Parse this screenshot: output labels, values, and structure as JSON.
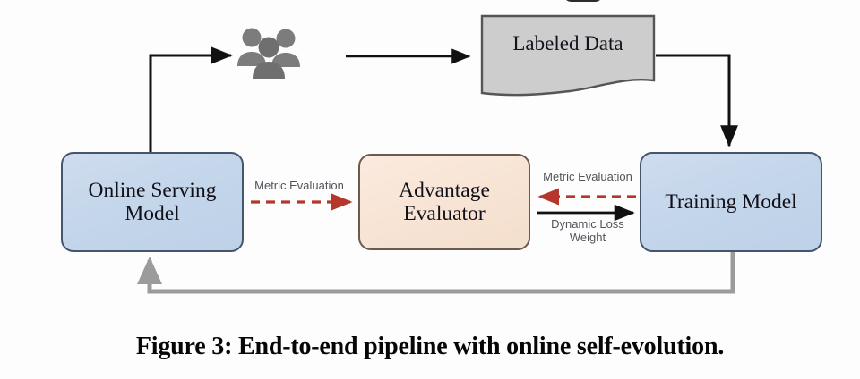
{
  "figure": {
    "caption": "Figure 3: End-to-end pipeline with online self-evolution.",
    "background_color": "#fdfdfd"
  },
  "nodes": [
    {
      "id": "online-serving-model",
      "label": "Online Serving\nModel",
      "fill_color": "#c4d6ea",
      "border_color": "#43566e",
      "shape": "rounded-rectangle"
    },
    {
      "id": "advantage-evaluator",
      "label": "Advantage\nEvaluator",
      "fill_color": "#f7e3d3",
      "border_color": "#6b5a50",
      "shape": "rounded-rectangle"
    },
    {
      "id": "training-model",
      "label": "Training Model",
      "fill_color": "#c4d6ea",
      "border_color": "#43566e",
      "shape": "rounded-rectangle"
    },
    {
      "id": "labeled-data",
      "label": "Labeled Data",
      "fill_color": "#cdcdcd",
      "border_color": "#555555",
      "shape": "document"
    }
  ],
  "icons": {
    "people": {
      "name": "people-group-icon",
      "color": "#7a7a7a"
    }
  },
  "edges": [
    {
      "id": "online-to-people",
      "from": "online-serving-model",
      "to": "people-group-icon",
      "style": "solid",
      "color": "#111111",
      "label": ""
    },
    {
      "id": "people-to-labeled",
      "from": "people-group-icon",
      "to": "labeled-data",
      "style": "solid",
      "color": "#111111",
      "label": ""
    },
    {
      "id": "labeled-to-training",
      "from": "labeled-data",
      "to": "training-model",
      "style": "solid",
      "color": "#111111",
      "label": ""
    },
    {
      "id": "online-to-advantage",
      "from": "online-serving-model",
      "to": "advantage-evaluator",
      "style": "dashed",
      "color": "#b5372b",
      "label": "Metric Evaluation"
    },
    {
      "id": "training-to-advantage",
      "from": "training-model",
      "to": "advantage-evaluator",
      "style": "dashed",
      "color": "#b5372b",
      "label": "Metric Evaluation"
    },
    {
      "id": "advantage-to-training",
      "from": "advantage-evaluator",
      "to": "training-model",
      "style": "solid",
      "color": "#111111",
      "label": "Dynamic Loss\nWeight"
    },
    {
      "id": "training-to-online",
      "from": "training-model",
      "to": "online-serving-model",
      "style": "solid",
      "color": "#9b9b9b",
      "label": ""
    }
  ],
  "edge_labels": {
    "metric_evaluation_left": "Metric Evaluation",
    "metric_evaluation_right": "Metric Evaluation",
    "dynamic_loss_weight": "Dynamic Loss\nWeight"
  }
}
